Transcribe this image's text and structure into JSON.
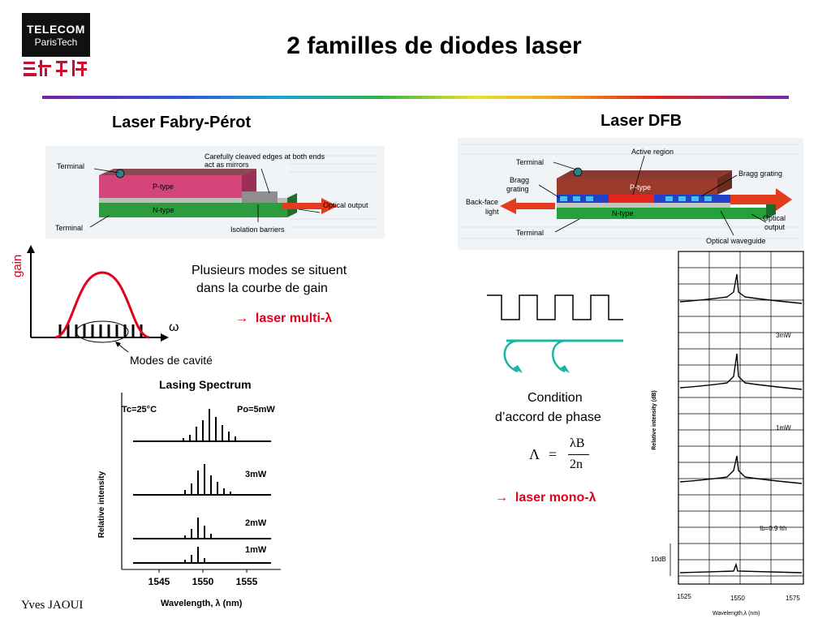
{
  "logo": {
    "line1": "TELECOM",
    "line2": "ParisTech"
  },
  "title": "2 familles de diodes laser",
  "fp": {
    "heading": "Laser Fabry-Pérot",
    "diagram": {
      "terminal_top": "Terminal",
      "cleaved_1": "Carefully cleaved edges at both ends",
      "cleaved_2": "act as mirrors",
      "ptype": "P-type",
      "ntype": "N-type",
      "optical_output": "Optical output",
      "terminal_bottom": "Terminal",
      "isolation": "Isolation barriers"
    },
    "gain_label": "gain",
    "omega": "ω",
    "modes_label": "Modes de cavité",
    "text_line1": "Plusieurs modes se situent",
    "text_line2": "dans la courbe de gain",
    "result_arrow": "→",
    "result": "laser multi-λ"
  },
  "spectrum": {
    "title": "Lasing Spectrum",
    "temp": "Tc=25°C",
    "p5": "Po=5mW",
    "p3": "3mW",
    "p2": "2mW",
    "p1": "1mW",
    "ylabel": "Relative intensity",
    "ticks": [
      "1545",
      "1550",
      "1555"
    ],
    "xlabel": "Wavelength, λ (nm)"
  },
  "dfb": {
    "heading": "Laser DFB",
    "diagram": {
      "terminal_top": "Terminal",
      "active": "Active region",
      "bragg_left_1": "Bragg",
      "bragg_left_2": "grating",
      "bragg_right": "Bragg grating",
      "ptype": "P-type",
      "ntype": "N-type",
      "backface_1": "Back-face",
      "backface_2": "light",
      "optical_1": "Optical",
      "optical_2": "output",
      "terminal_bottom": "Terminal",
      "waveguide": "Optical waveguide"
    },
    "condition_1": "Condition",
    "condition_2": "d’accord de phase",
    "formula_lhs": "Λ",
    "formula_eq": "=",
    "formula_num": "λB",
    "formula_den": "2n",
    "result_arrow": "→",
    "result": "laser mono-λ",
    "spectrum": {
      "label_3mw": "3mW",
      "label_1mw": "1mW",
      "label_ib": "Ib=0.9 Ith",
      "label_10db": "10dB",
      "ylabel": "Relative intensity (dB)",
      "ticks": [
        "1525",
        "1550",
        "1575"
      ],
      "xlabel": "Wavelength,λ (nm)"
    }
  },
  "footer": "Yves JAOUI"
}
